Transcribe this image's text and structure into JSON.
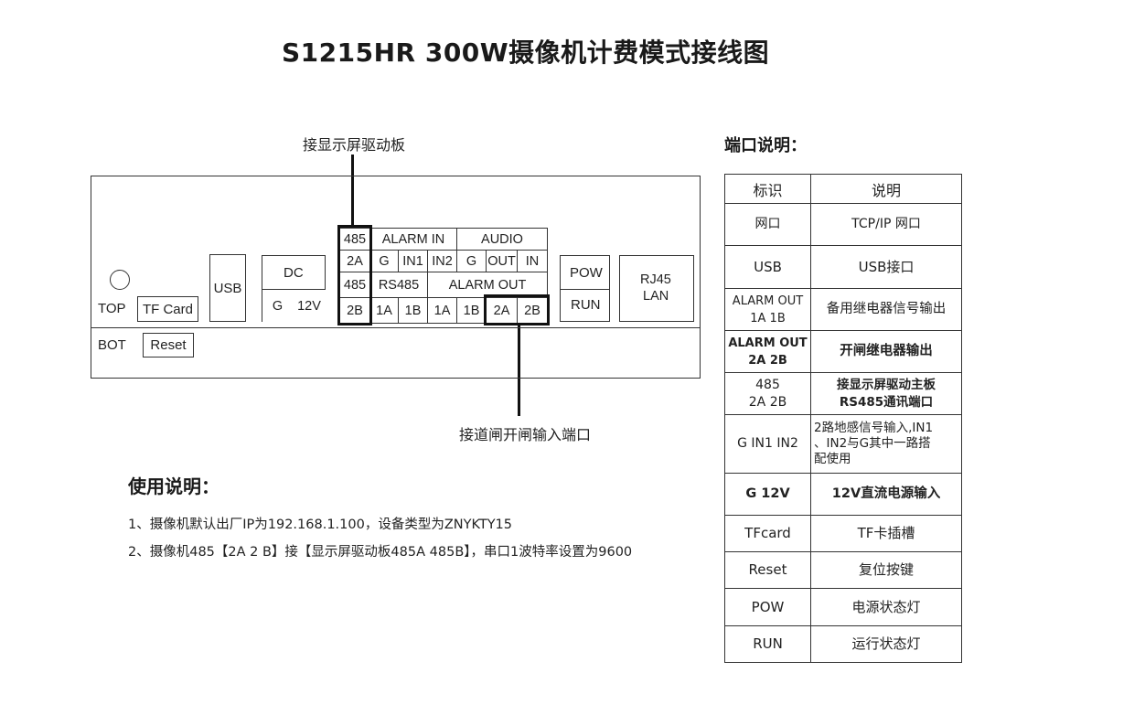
{
  "title": "S1215HR  300W摄像机计费模式接线图",
  "panel": {
    "callout_top": "接显示屏驱动板",
    "callout_bottom": "接道闸开闸输入端口",
    "top_label": "TOP",
    "bot_label": "BOT",
    "tf_card": "TF Card",
    "reset": "Reset",
    "usb": "USB",
    "dc": "DC",
    "dc_g": "G",
    "dc_12v": "12V",
    "rs485_top_tag": "485",
    "rs485_top_2a": "2A",
    "rs485_bot_tag": "485",
    "rs485_bot_2b": "2B",
    "alarm_in": "ALARM IN",
    "audio": "AUDIO",
    "alarm_in_g": "G",
    "alarm_in_in1": "IN1",
    "alarm_in_in2": "IN2",
    "audio_g": "G",
    "audio_out": "OUT",
    "audio_in": "IN",
    "rs485": "RS485",
    "alarm_out": "ALARM OUT",
    "rs485_1a": "1A",
    "rs485_1b": "1B",
    "alarm_out_1a": "1A",
    "alarm_out_1b": "1B",
    "alarm_out_2a": "2A",
    "alarm_out_2b": "2B",
    "pow": "POW",
    "run": "RUN",
    "rj45": "RJ45",
    "lan": "LAN"
  },
  "port_table": {
    "heading": "端口说明：",
    "header": [
      "标识",
      "说明"
    ],
    "rows": [
      {
        "id": "网口",
        "desc": "TCP/IP 网口"
      },
      {
        "id": "USB",
        "desc": "USB接口"
      },
      {
        "id": "ALARM OUT\n1A   1B",
        "desc": "备用继电器信号输出"
      },
      {
        "id": "ALARM OUT\n2A   2B",
        "desc": "开闸继电器输出"
      },
      {
        "id": "485\n2A   2B",
        "desc": "接显示屏驱动主板\nRS485通讯端口"
      },
      {
        "id": "G IN1  IN2",
        "desc": "2路地感信号输入,IN1\n、IN2与G其中一路搭\n配使用"
      },
      {
        "id": "G  12V",
        "desc": "12V直流电源输入"
      },
      {
        "id": "TFcard",
        "desc": "TF卡插槽"
      },
      {
        "id": "Reset",
        "desc": "复位按键"
      },
      {
        "id": "POW",
        "desc": "电源状态灯"
      },
      {
        "id": "RUN",
        "desc": "运行状态灯"
      }
    ]
  },
  "usage": {
    "heading": "使用说明：",
    "line1": "1、摄像机默认出厂IP为192.168.1.100，设备类型为ZNYKTY15",
    "line2": "2、摄像机485【2A  2 B】接【显示屏驱动板485A  485B】，串口1波特率设置为9600"
  }
}
